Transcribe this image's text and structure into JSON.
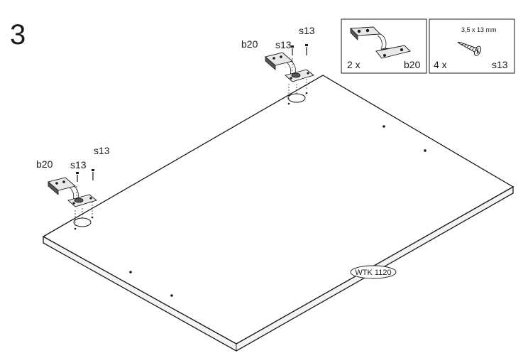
{
  "step_number": "3",
  "part_legend": [
    {
      "quantity": "2 x",
      "code": "b20",
      "icon": "hinge-icon"
    },
    {
      "quantity": "4 x",
      "code": "s13",
      "icon": "screw-icon",
      "size": "3,5 x 13 mm"
    }
  ],
  "callouts": {
    "hinge_right": {
      "hinge": "b20",
      "screw_a": "s13",
      "screw_b": "s13"
    },
    "hinge_left": {
      "hinge": "b20",
      "screw_a": "s13",
      "screw_b": "s13"
    }
  },
  "panel": {
    "part_code": "WTK 1120"
  }
}
